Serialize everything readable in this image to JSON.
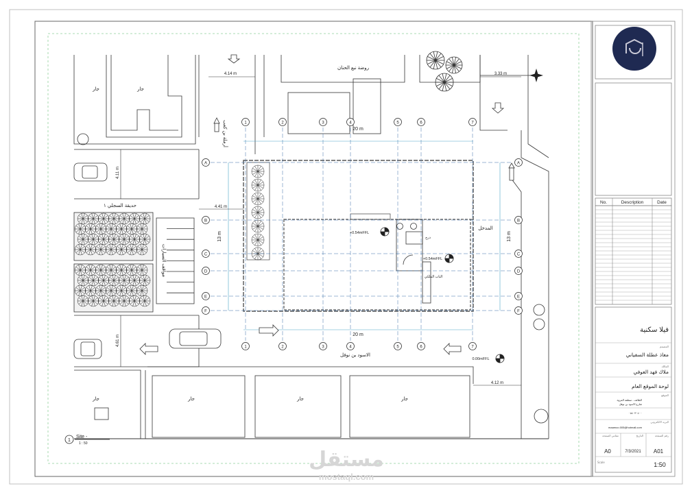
{
  "drawing": {
    "neighbors": {
      "top_left_1": "جار",
      "top_left_2": "جار",
      "bottom_1": "جار",
      "bottom_2": "جار",
      "bottom_3": "جار",
      "bottom_4": "جار"
    },
    "streets": {
      "top": "روضة نبع الحنان",
      "left_vertical": "أرملة بن كعب",
      "bottom": "الاسود بن نوفل"
    },
    "park_label": "حديقة السجلي ١",
    "parking_label": "مواقف السيارات",
    "entrance_label": "المدخل",
    "stair_label": "درج",
    "bathroom_label": "الباب الملكي",
    "levels": {
      "upper": "+0.54mFFL",
      "middle": "+0.54mFFL",
      "ground": "0.00mFFL"
    },
    "dims": {
      "top_left": "4.14 m",
      "top_right": "3.33 m",
      "left_upper": "4.11 m",
      "left_mid": "4.41 m",
      "left_lower": "4.61 m",
      "bottom_right": "4.12 m",
      "width_top": "20 m",
      "width_bottom": "20 m",
      "height_left": "13 m",
      "height_right": "13 m"
    },
    "grid_cols": [
      "1",
      "2",
      "3",
      "4",
      "5",
      "6",
      "7"
    ],
    "grid_rows": [
      "A",
      "B",
      "C",
      "D",
      "E",
      "F"
    ],
    "view": {
      "title": "Site -",
      "scale": "1 : 50",
      "number": "1"
    },
    "watermark": {
      "arabic": "مستقل",
      "latin": "mostaql.com"
    }
  },
  "title_block": {
    "revision_headers": {
      "no": "No.",
      "description": "Description",
      "date": "Date"
    },
    "project_name": "فيلا سكنية",
    "designer_caption": "المصمم",
    "designer": "معاذ عطلة السفياني",
    "owner_caption": "المالك",
    "owner": "ملاك فهد العوفي",
    "sheet_title": "لوحة الموقع العام",
    "notes_caption": "الموقع",
    "note_line1": "الطائف - منطقة المروة",
    "note_line2": "شارع الاسود بن نوفل",
    "phone": "٠٥٤٠٣٠٤٠٠",
    "email_caption": "البريد الالكتروني",
    "email": "maamoo.005@hotmail.com",
    "sheet_no_caption": "رقم الصفحة",
    "date_caption": "التاريخ",
    "paper_caption": "مقاس الصفحة",
    "sheet_no": "A01",
    "date": "7/3/2021",
    "paper": "A0",
    "scale_caption": "Scale",
    "scale": "1:50"
  },
  "colors": {
    "logo_bg": "#1f2a52",
    "grid_line": "#3b6fa8",
    "ink": "#222222",
    "frame_green": "#8fcf9a"
  }
}
